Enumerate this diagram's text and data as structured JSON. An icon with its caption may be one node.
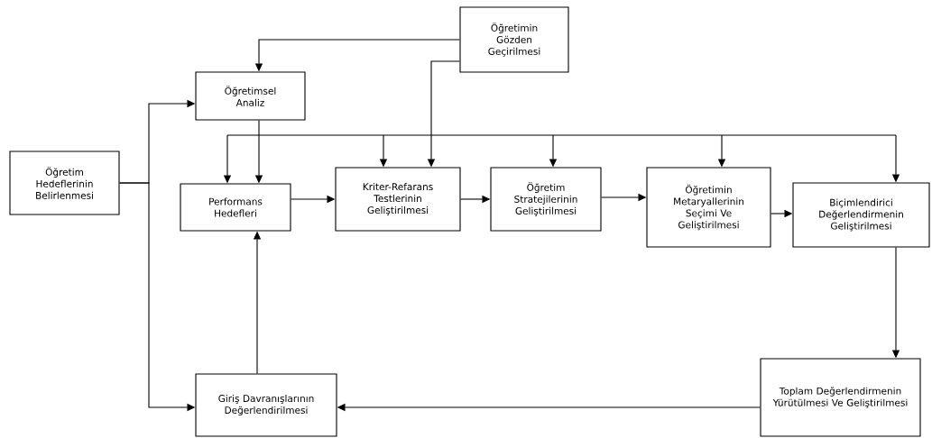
{
  "diagram": {
    "nodes": [
      {
        "text": [
          "Öğretim Hedeflerinin Belirlenmesi"
        ]
      },
      {
        "text": [
          "Öğretimin Gözden Geçirilmesi"
        ]
      },
      {
        "text": [
          "Öğretimsel Analiz"
        ]
      },
      {
        "text": [
          "Performans Hedefleri"
        ]
      },
      {
        "text": [
          "Kriter-Refarans Testlerinin Geliştirilmesi"
        ]
      },
      {
        "text": [
          "Öğretim Stratejilerinin Geliştirilmesi"
        ]
      },
      {
        "text": [
          "Öğretimin Metaryallerinin Seçimi Ve Geliştirilmesi"
        ]
      },
      {
        "text": [
          "Biçimlendirici Değerlendirmenin Geliştirilmesi"
        ]
      },
      {
        "text": [
          "Toplam Değerlendirmenin Yürütülmesi Ve Geliştirilmesi"
        ]
      },
      {
        "text": [
          "Giriş Davranışlarının Değerlendirilmesi"
        ]
      }
    ],
    "edges": [
      {
        "from": 0,
        "to": 2,
        "arrow": "to"
      },
      {
        "from": 0,
        "to": 9,
        "arrow": "to"
      },
      {
        "from": 1,
        "to": 2,
        "arrow": "to"
      },
      {
        "from": 1,
        "to": 4,
        "arrow": "to"
      },
      {
        "from": 2,
        "to": 3,
        "arrow": "to"
      },
      {
        "from": 3,
        "to": 4,
        "arrow": "to"
      },
      {
        "from": 4,
        "to": 5,
        "arrow": "to"
      },
      {
        "from": 5,
        "to": 6,
        "arrow": "to"
      },
      {
        "from": 6,
        "to": 7,
        "arrow": "to"
      },
      {
        "from": 7,
        "to": 8,
        "arrow": "to"
      },
      {
        "from": 8,
        "to": 9,
        "arrow": "to"
      },
      {
        "from": 9,
        "to": 3,
        "arrow": "to"
      },
      {
        "from": null,
        "to": 3,
        "arrow": "to"
      },
      {
        "from": null,
        "to": 4,
        "arrow": "to"
      },
      {
        "from": null,
        "to": 5,
        "arrow": "to"
      },
      {
        "from": null,
        "to": 6,
        "arrow": "to"
      },
      {
        "from": null,
        "to": 7,
        "arrow": "to"
      }
    ]
  }
}
